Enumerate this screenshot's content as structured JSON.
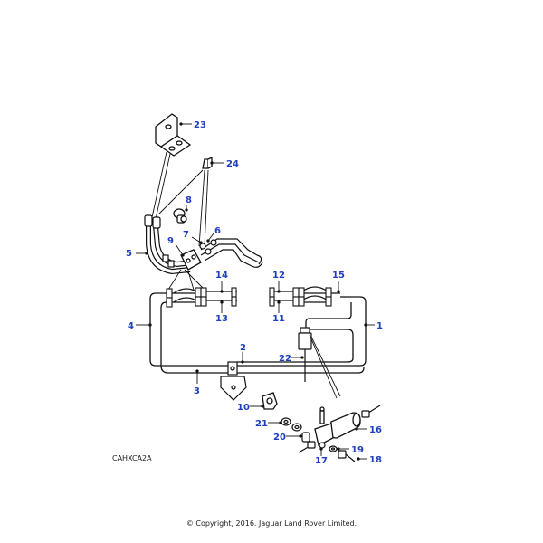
{
  "diagram": {
    "reference_code": "CAHXCA2A",
    "copyright": "© Copyright, 2016. Jaguar Land Rover Limited.",
    "callouts": {
      "c1": "1",
      "c2": "2",
      "c3": "3",
      "c4": "4",
      "c5": "5",
      "c6": "6",
      "c7": "7",
      "c8": "8",
      "c9": "9",
      "c10": "10",
      "c11": "11",
      "c12": "12",
      "c13": "13",
      "c14": "14",
      "c15": "15",
      "c16": "16",
      "c17": "17",
      "c18": "18",
      "c19": "19",
      "c20": "20",
      "c21": "21",
      "c22": "22",
      "c23": "23",
      "c24": "24"
    },
    "colors": {
      "line": "#111111",
      "callout": "#1f3fbf"
    }
  }
}
